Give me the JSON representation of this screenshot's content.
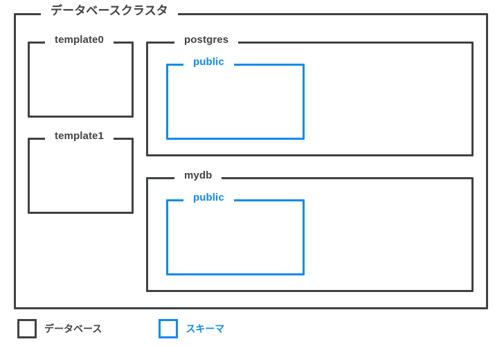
{
  "diagram": {
    "type": "nested-container-diagram",
    "cluster": {
      "label": "データベースクラスタ",
      "border_color": "#3f4244",
      "databases": [
        {
          "label": "template0",
          "border_color": "#3f4244",
          "schemas": []
        },
        {
          "label": "template1",
          "border_color": "#3f4244",
          "schemas": []
        },
        {
          "label": "postgres",
          "border_color": "#3f4244",
          "schemas": [
            {
              "label": "public",
              "border_color": "#0d8bf0"
            }
          ]
        },
        {
          "label": "mydb",
          "border_color": "#3f4244",
          "schemas": [
            {
              "label": "public",
              "border_color": "#0d8bf0"
            }
          ]
        }
      ]
    }
  },
  "legend": {
    "items": [
      {
        "label": "データベース",
        "color": "#3f4244"
      },
      {
        "label": "スキーマ",
        "color": "#0d8bf0"
      }
    ]
  }
}
